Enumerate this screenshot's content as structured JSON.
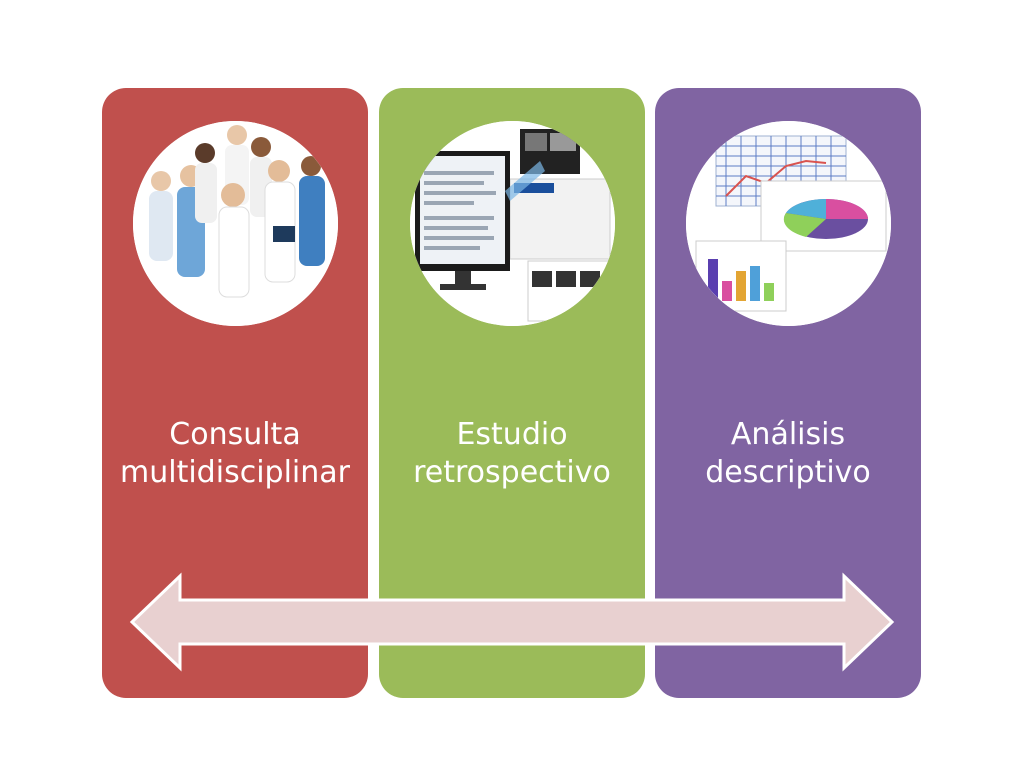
{
  "colors": {
    "panel_red": "#c0504d",
    "panel_green": "#9bbb59",
    "panel_purple": "#8064a2",
    "arrow_fill": "#e8d0d0",
    "arrow_stroke": "#ffffff"
  },
  "panels": [
    {
      "label_line1": "Consulta",
      "label_line2": "multidisciplinar",
      "image": "medical-team-photo"
    },
    {
      "label_line1": "Estudio",
      "label_line2": "retrospectivo",
      "image": "medical-records-monitor"
    },
    {
      "label_line1": "Análisis",
      "label_line2": "descriptivo",
      "image": "charts-graphs"
    }
  ],
  "arrow": {
    "direction": "bidirectional"
  }
}
